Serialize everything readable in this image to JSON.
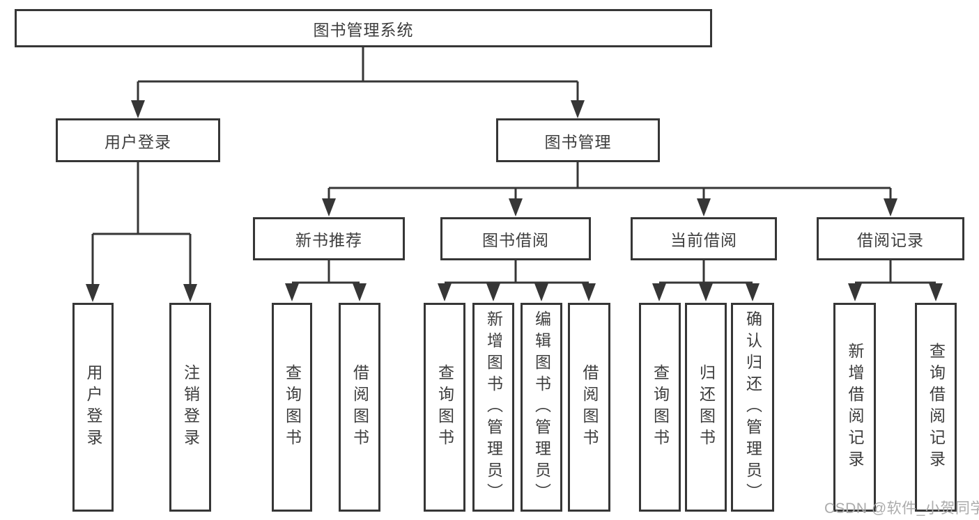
{
  "colors": {
    "line": "#363636",
    "border": "#363636",
    "text": "#3d3d3d",
    "watermark": "#ababab",
    "background": "#ffffff"
  },
  "tree": {
    "label": "图书管理系统",
    "children": [
      {
        "label": "用户登录",
        "children": [
          {
            "label": "用户登录"
          },
          {
            "label": "注销登录"
          }
        ]
      },
      {
        "label": "图书管理",
        "children": [
          {
            "label": "新书推荐",
            "children": [
              {
                "label": "查询图书"
              },
              {
                "label": "借阅图书"
              }
            ]
          },
          {
            "label": "图书借阅",
            "children": [
              {
                "label": "查询图书"
              },
              {
                "label": "新增图书（管理员）"
              },
              {
                "label": "编辑图书（管理员）"
              },
              {
                "label": "借阅图书"
              }
            ]
          },
          {
            "label": "当前借阅",
            "children": [
              {
                "label": "查询图书"
              },
              {
                "label": "归还图书"
              },
              {
                "label": "确认归还（管理员）"
              }
            ]
          },
          {
            "label": "借阅记录",
            "children": [
              {
                "label": "新增借阅记录"
              },
              {
                "label": "查询借阅记录"
              }
            ]
          }
        ]
      }
    ]
  },
  "watermark": "CSDN @软件_小贺同学"
}
